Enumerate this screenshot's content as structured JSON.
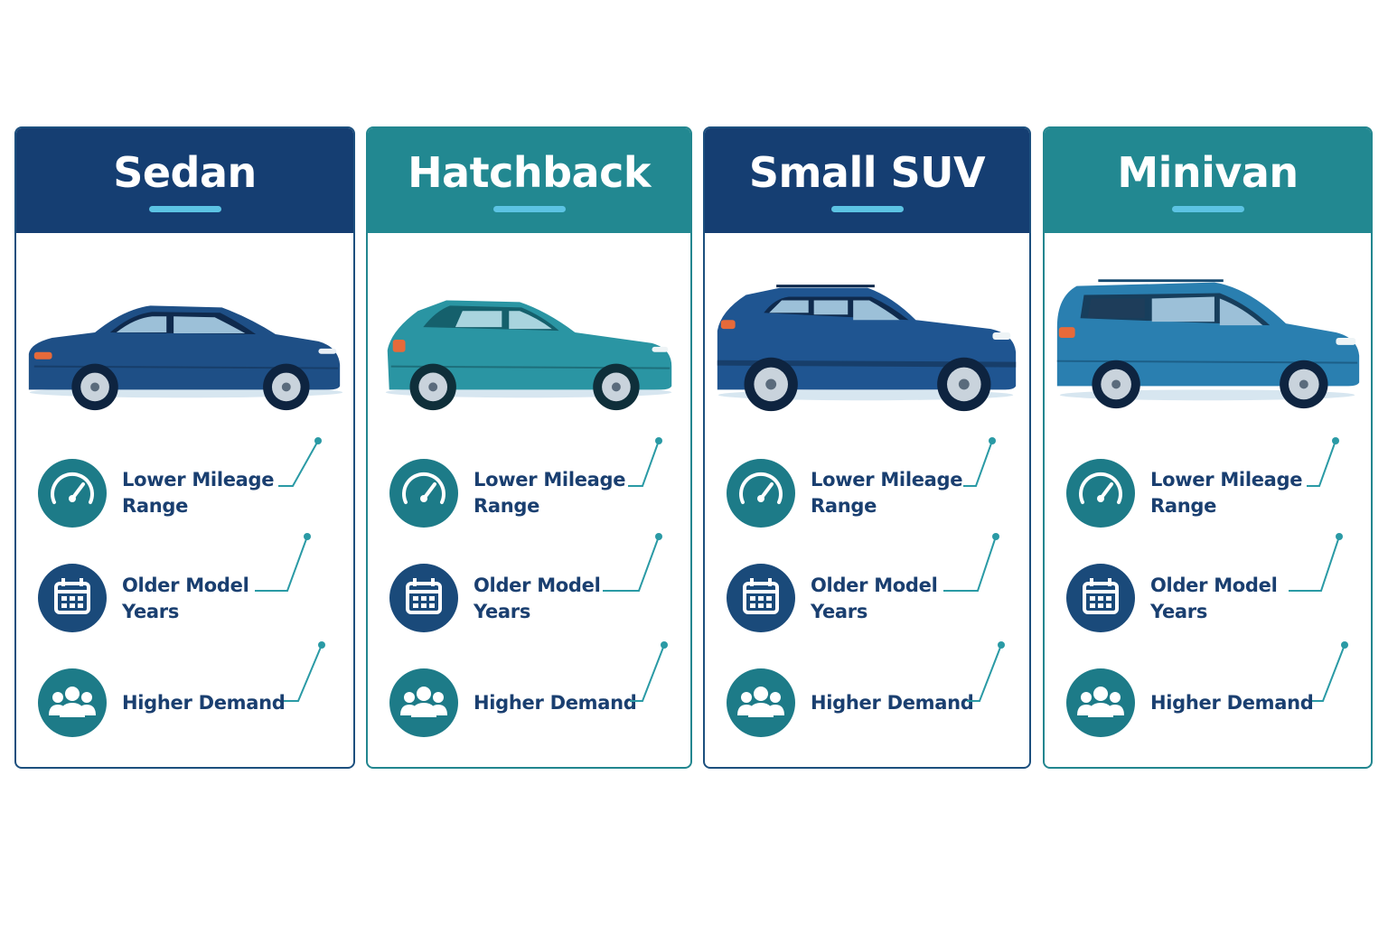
{
  "colors": {
    "navy": "#153e72",
    "teal": "#228891",
    "icon_bg": "#1d7b88",
    "label": "#1a3f70",
    "accent_bar": "#5cc3e3"
  },
  "features": [
    {
      "icon": "speedometer-icon",
      "line1": "Lower Mileage",
      "line2": "Range"
    },
    {
      "icon": "calendar-icon",
      "line1": "Older Model",
      "line2": "Years"
    },
    {
      "icon": "people-icon",
      "line1": "Higher Demand",
      "line2": ""
    }
  ],
  "cards": [
    {
      "title": "Sedan",
      "header_color": "#153e72",
      "car_color": "#1e4f86",
      "features": [
        {
          "line1": "Lower Mileage",
          "line2": "Range"
        },
        {
          "line1": "Older Model",
          "line2": "Years"
        },
        {
          "line1": "Higher Demand",
          "line2": ""
        }
      ]
    },
    {
      "title": "Hatchback",
      "header_color": "#228891",
      "car_color": "#2a95a3",
      "features": [
        {
          "line1": "Lower Mileage",
          "line2": "Range"
        },
        {
          "line1": "Older Model",
          "line2": "Years"
        },
        {
          "line1": "Higher Demand",
          "line2": ""
        }
      ]
    },
    {
      "title": "Small SUV",
      "header_color": "#153e72",
      "car_color": "#1f5591",
      "features": [
        {
          "line1": "Lower Mileage",
          "line2": "Range"
        },
        {
          "line1": "Older Model",
          "line2": "Years"
        },
        {
          "line1": "Higher Demand",
          "line2": ""
        }
      ]
    },
    {
      "title": "Minivan",
      "header_color": "#228891",
      "car_color": "#2a7fb0",
      "features": [
        {
          "line1": "Lower Mileage",
          "line2": "Range"
        },
        {
          "line1": "Older Model",
          "line2": "Years"
        },
        {
          "line1": "Higher Demand",
          "line2": ""
        }
      ]
    }
  ]
}
